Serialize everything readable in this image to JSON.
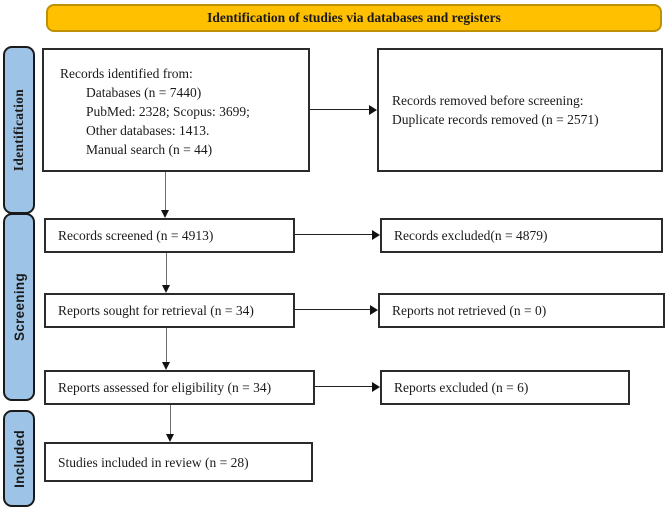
{
  "header": {
    "title": "Identification of studies via databases and registers"
  },
  "colors": {
    "header_bg": "#FFC000",
    "header_border": "#BF9000",
    "stage_bg": "#9DC3E6"
  },
  "stages": [
    {
      "label": "Identification"
    },
    {
      "label": "Screening"
    },
    {
      "label": "Included"
    }
  ],
  "boxes": {
    "records_identified": {
      "lines": [
        "Records identified from:",
        "Databases (n = 7440)",
        "PubMed: 2328; Scopus: 3699;",
        "Other databases: 1413.",
        "Manual search (n = 44)"
      ]
    },
    "records_removed": {
      "lines": [
        "Records removed before screening:",
        "Duplicate records removed (n = 2571)"
      ]
    },
    "records_screened": {
      "label": "Records screened (n = 4913)"
    },
    "records_excluded": {
      "label": "Records excluded(n = 4879)"
    },
    "reports_sought": {
      "label": "Reports sought for retrieval (n = 34)"
    },
    "reports_not_retrieved": {
      "label": "Reports not retrieved (n = 0)"
    },
    "reports_assessed": {
      "label": "Reports assessed for eligibility (n = 34)"
    },
    "reports_excluded": {
      "label": "Reports excluded (n = 6)"
    },
    "studies_included": {
      "label": "Studies included in review (n = 28)"
    }
  }
}
